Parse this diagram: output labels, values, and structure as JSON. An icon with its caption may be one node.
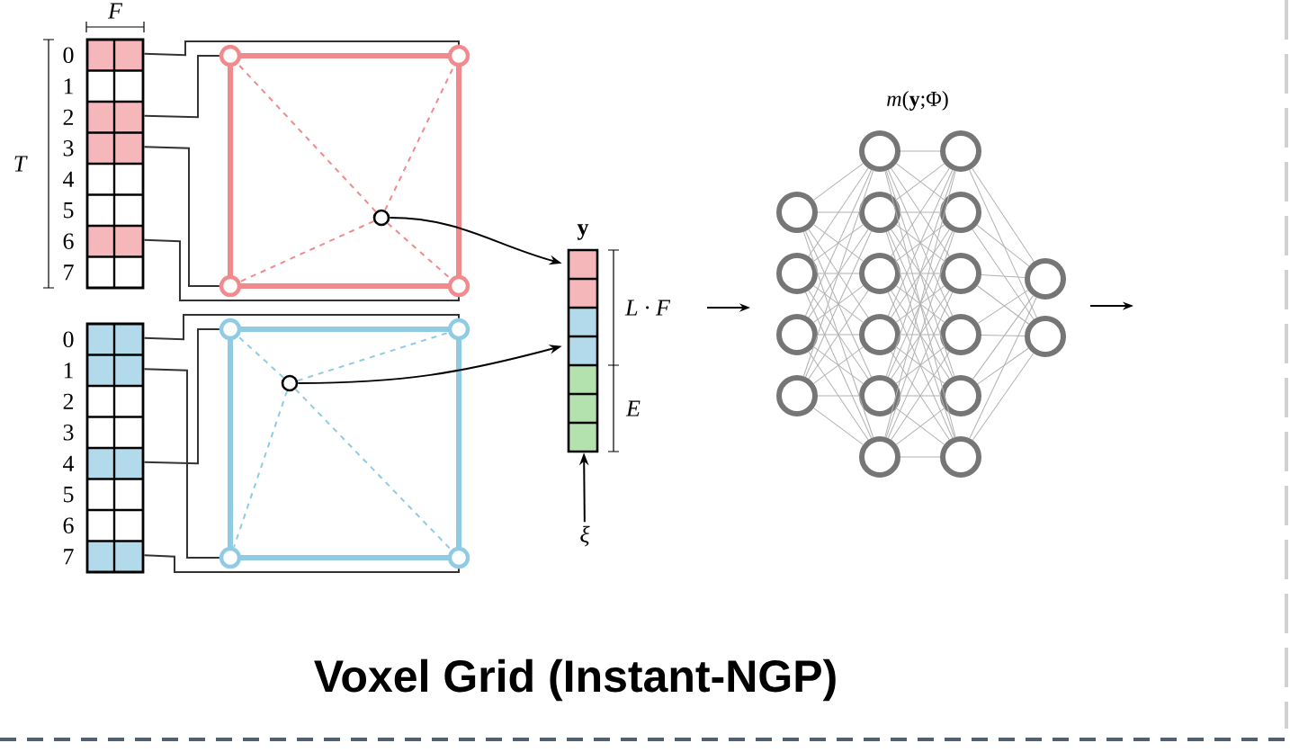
{
  "diagram": {
    "title": "Voxel Grid (Instant-NGP)",
    "nodes": [
      {
        "text": [],
        "shape": "box",
        "beside": [
          "0",
          "1",
          "2",
          "3",
          "4",
          "5",
          "6",
          "7"
        ]
      },
      {
        "text": [],
        "shape": "box"
      },
      {
        "text": [],
        "shape": "circle"
      },
      {
        "text": [],
        "shape": "circle"
      },
      {
        "text": [],
        "shape": "circle"
      },
      {
        "text": [],
        "shape": "circle"
      },
      {
        "text": [],
        "shape": "circle",
        "in": 1
      },
      {
        "text": [],
        "shape": "box",
        "beside": [
          "0",
          "1",
          "2",
          "3",
          "4",
          "5",
          "6",
          "7"
        ]
      },
      {
        "text": [],
        "shape": "box"
      },
      {
        "text": [],
        "shape": "circle"
      },
      {
        "text": [],
        "shape": "circle"
      },
      {
        "text": [],
        "shape": "circle"
      },
      {
        "text": [],
        "shape": "circle"
      },
      {
        "text": [],
        "shape": "circle",
        "in": 8
      },
      {
        "text": [
          "y"
        ]
      },
      {
        "text": [
          "ξ"
        ]
      },
      {
        "text": [],
        "shape": "circle"
      },
      {
        "text": [],
        "shape": "circle"
      },
      {
        "text": [],
        "shape": "circle"
      },
      {
        "text": [],
        "shape": "circle"
      },
      {
        "text": [],
        "shape": "circle"
      },
      {
        "text": [],
        "shape": "circle"
      },
      {
        "text": [],
        "shape": "circle"
      },
      {
        "text": [],
        "shape": "circle"
      },
      {
        "text": [],
        "shape": "circle"
      },
      {
        "text": [],
        "shape": "circle"
      },
      {
        "text": [],
        "shape": "circle"
      },
      {
        "text": [],
        "shape": "circle"
      },
      {
        "text": [],
        "shape": "circle"
      },
      {
        "text": [],
        "shape": "circle"
      },
      {
        "text": [],
        "shape": "circle"
      },
      {
        "text": [],
        "shape": "circle"
      },
      {
        "text": [],
        "shape": "circle"
      },
      {
        "text": [],
        "shape": "circle"
      }
    ],
    "edges": [
      {
        "from": 0,
        "to": 3,
        "arrow": "none",
        "color": "#333333"
      },
      {
        "from": 0,
        "to": 2,
        "arrow": "none",
        "color": "#333333"
      },
      {
        "from": 0,
        "to": 4,
        "arrow": "none",
        "color": "#333333"
      },
      {
        "from": 0,
        "to": 5,
        "arrow": "none",
        "color": "#333333"
      },
      {
        "from": 7,
        "to": 10,
        "arrow": "none",
        "color": "#333333"
      },
      {
        "from": 7,
        "to": 9,
        "arrow": "none",
        "color": "#333333"
      },
      {
        "from": 7,
        "to": 11,
        "arrow": "none",
        "color": "#333333"
      },
      {
        "from": 7,
        "to": 12,
        "arrow": "none",
        "color": "#333333"
      },
      {
        "from": 6,
        "to": 2,
        "arrow": "none",
        "style": "dashed",
        "color": "#f08a8c"
      },
      {
        "from": 6,
        "to": 3,
        "arrow": "none",
        "style": "dashed",
        "color": "#f08a8c"
      },
      {
        "from": 6,
        "to": 4,
        "arrow": "none",
        "style": "dashed",
        "color": "#f08a8c"
      },
      {
        "from": 6,
        "to": 5,
        "arrow": "none",
        "style": "dashed",
        "color": "#f08a8c"
      },
      {
        "from": 13,
        "to": 9,
        "arrow": "none",
        "style": "dashed",
        "color": "#8fcbe3"
      },
      {
        "from": 13,
        "to": 10,
        "arrow": "none",
        "style": "dashed",
        "color": "#8fcbe3"
      },
      {
        "from": 13,
        "to": 11,
        "arrow": "none",
        "style": "dashed",
        "color": "#8fcbe3"
      },
      {
        "from": 13,
        "to": 12,
        "arrow": "none",
        "style": "dashed",
        "color": "#8fcbe3"
      },
      {
        "from": 6,
        "to": 14,
        "arrow": "to",
        "color": "#000000"
      },
      {
        "from": 13,
        "to": 14,
        "arrow": "to",
        "color": "#000000"
      },
      {
        "from": 15,
        "to": 14,
        "arrow": "to",
        "color": "#000000"
      },
      {
        "from": 16,
        "to": 20,
        "arrow": "none"
      },
      {
        "from": 16,
        "to": 21,
        "arrow": "none"
      },
      {
        "from": 16,
        "to": 22,
        "arrow": "none"
      },
      {
        "from": 16,
        "to": 23,
        "arrow": "none"
      },
      {
        "from": 16,
        "to": 24,
        "arrow": "none"
      },
      {
        "from": 16,
        "to": 25,
        "arrow": "none"
      },
      {
        "from": 17,
        "to": 20,
        "arrow": "none"
      },
      {
        "from": 17,
        "to": 21,
        "arrow": "none"
      },
      {
        "from": 17,
        "to": 22,
        "arrow": "none"
      },
      {
        "from": 17,
        "to": 23,
        "arrow": "none"
      },
      {
        "from": 17,
        "to": 24,
        "arrow": "none"
      },
      {
        "from": 17,
        "to": 25,
        "arrow": "none"
      },
      {
        "from": 18,
        "to": 20,
        "arrow": "none"
      },
      {
        "from": 18,
        "to": 21,
        "arrow": "none"
      },
      {
        "from": 18,
        "to": 22,
        "arrow": "none"
      },
      {
        "from": 18,
        "to": 23,
        "arrow": "none"
      },
      {
        "from": 18,
        "to": 24,
        "arrow": "none"
      },
      {
        "from": 18,
        "to": 25,
        "arrow": "none"
      },
      {
        "from": 19,
        "to": 20,
        "arrow": "none"
      },
      {
        "from": 19,
        "to": 21,
        "arrow": "none"
      },
      {
        "from": 19,
        "to": 22,
        "arrow": "none"
      },
      {
        "from": 19,
        "to": 23,
        "arrow": "none"
      },
      {
        "from": 19,
        "to": 24,
        "arrow": "none"
      },
      {
        "from": 19,
        "to": 25,
        "arrow": "none"
      },
      {
        "from": 20,
        "to": 26,
        "arrow": "none"
      },
      {
        "from": 20,
        "to": 27,
        "arrow": "none"
      },
      {
        "from": 20,
        "to": 28,
        "arrow": "none"
      },
      {
        "from": 20,
        "to": 29,
        "arrow": "none"
      },
      {
        "from": 20,
        "to": 30,
        "arrow": "none"
      },
      {
        "from": 20,
        "to": 31,
        "arrow": "none"
      },
      {
        "from": 21,
        "to": 26,
        "arrow": "none"
      },
      {
        "from": 21,
        "to": 27,
        "arrow": "none"
      },
      {
        "from": 21,
        "to": 28,
        "arrow": "none"
      },
      {
        "from": 21,
        "to": 29,
        "arrow": "none"
      },
      {
        "from": 21,
        "to": 30,
        "arrow": "none"
      },
      {
        "from": 21,
        "to": 31,
        "arrow": "none"
      },
      {
        "from": 22,
        "to": 26,
        "arrow": "none"
      },
      {
        "from": 22,
        "to": 27,
        "arrow": "none"
      },
      {
        "from": 22,
        "to": 28,
        "arrow": "none"
      },
      {
        "from": 22,
        "to": 29,
        "arrow": "none"
      },
      {
        "from": 22,
        "to": 30,
        "arrow": "none"
      },
      {
        "from": 22,
        "to": 31,
        "arrow": "none"
      },
      {
        "from": 23,
        "to": 26,
        "arrow": "none"
      },
      {
        "from": 23,
        "to": 27,
        "arrow": "none"
      },
      {
        "from": 23,
        "to": 28,
        "arrow": "none"
      },
      {
        "from": 23,
        "to": 29,
        "arrow": "none"
      },
      {
        "from": 23,
        "to": 30,
        "arrow": "none"
      },
      {
        "from": 23,
        "to": 31,
        "arrow": "none"
      },
      {
        "from": 24,
        "to": 26,
        "arrow": "none"
      },
      {
        "from": 24,
        "to": 27,
        "arrow": "none"
      },
      {
        "from": 24,
        "to": 28,
        "arrow": "none"
      },
      {
        "from": 24,
        "to": 29,
        "arrow": "none"
      },
      {
        "from": 24,
        "to": 30,
        "arrow": "none"
      },
      {
        "from": 24,
        "to": 31,
        "arrow": "none"
      },
      {
        "from": 25,
        "to": 26,
        "arrow": "none"
      },
      {
        "from": 25,
        "to": 27,
        "arrow": "none"
      },
      {
        "from": 25,
        "to": 28,
        "arrow": "none"
      },
      {
        "from": 25,
        "to": 29,
        "arrow": "none"
      },
      {
        "from": 25,
        "to": 30,
        "arrow": "none"
      },
      {
        "from": 25,
        "to": 31,
        "arrow": "none"
      },
      {
        "from": 26,
        "to": 32,
        "arrow": "none"
      },
      {
        "from": 26,
        "to": 33,
        "arrow": "none"
      },
      {
        "from": 27,
        "to": 32,
        "arrow": "none"
      },
      {
        "from": 27,
        "to": 33,
        "arrow": "none"
      },
      {
        "from": 28,
        "to": 32,
        "arrow": "none"
      },
      {
        "from": 28,
        "to": 33,
        "arrow": "none"
      },
      {
        "from": 29,
        "to": 32,
        "arrow": "none"
      },
      {
        "from": 29,
        "to": 33,
        "arrow": "none"
      },
      {
        "from": 30,
        "to": 32,
        "arrow": "none"
      },
      {
        "from": 30,
        "to": 33,
        "arrow": "none"
      },
      {
        "from": 31,
        "to": 32,
        "arrow": "none"
      },
      {
        "from": 31,
        "to": 33,
        "arrow": "none"
      }
    ],
    "labels": [
      "F",
      "T",
      "L · F",
      "E",
      "*m*(**y**;Φ)"
    ]
  }
}
